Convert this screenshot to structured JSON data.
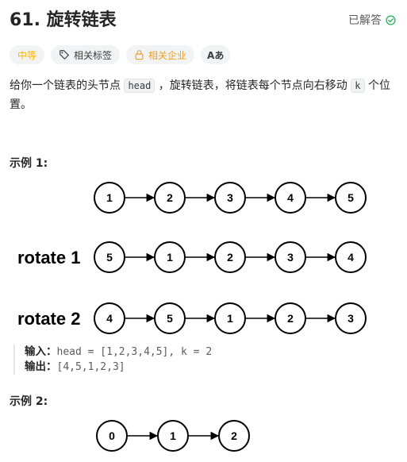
{
  "problem": {
    "title": "61. 旋转链表",
    "solved_label": "已解答"
  },
  "tags": {
    "difficulty": "中等",
    "topics": "相关标签",
    "companies": "相关企业",
    "translate": "Aあ"
  },
  "description": {
    "part1": "给你一个链表的头节点 ",
    "code_head": "head",
    "part2": " ，旋转链表，将链表每个节点向右移动 ",
    "code_k": "k",
    "part3": " 个位置。"
  },
  "examples": [
    {
      "heading": "示例 1:",
      "diagram": {
        "original": [
          "1",
          "2",
          "3",
          "4",
          "5"
        ],
        "rotations": [
          {
            "label": "rotate 1",
            "values": [
              "5",
              "1",
              "2",
              "3",
              "4"
            ]
          },
          {
            "label": "rotate 2",
            "values": [
              "4",
              "5",
              "1",
              "2",
              "3"
            ]
          }
        ]
      },
      "input_label": "输入：",
      "input_value": "head = [1,2,3,4,5], k = 2",
      "output_label": "输出：",
      "output_value": "[4,5,1,2,3]"
    },
    {
      "heading": "示例 2:",
      "diagram": {
        "original": [
          "0",
          "1",
          "2"
        ]
      }
    }
  ],
  "colors": {
    "difficulty_medium": "#ffb800",
    "solved_check": "#2db55d"
  },
  "icons": {
    "solved": "check-circle-icon",
    "topics": "tag-icon",
    "companies": "lock-icon",
    "translate": "translate-icon"
  }
}
